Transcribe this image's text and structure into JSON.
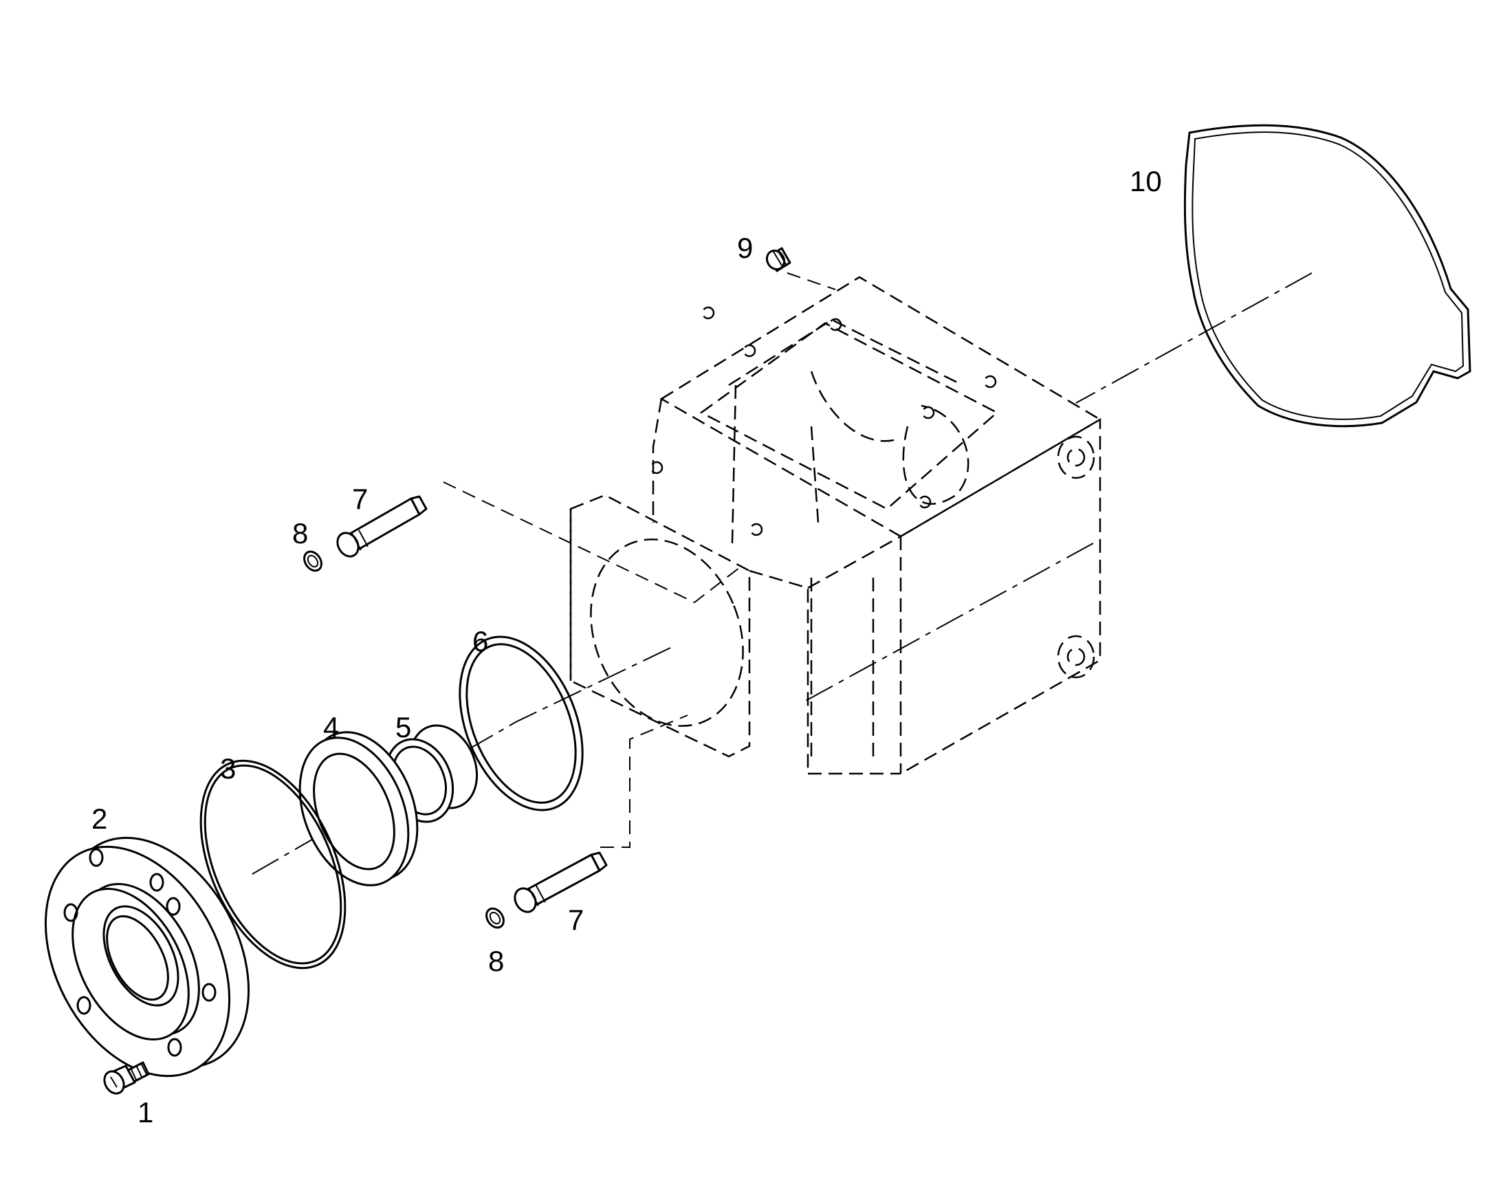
{
  "callouts": [
    {
      "id": "c1",
      "label": "1"
    },
    {
      "id": "c2",
      "label": "2"
    },
    {
      "id": "c3",
      "label": "3"
    },
    {
      "id": "c4",
      "label": "4"
    },
    {
      "id": "c5",
      "label": "5"
    },
    {
      "id": "c6",
      "label": "6"
    },
    {
      "id": "c7a",
      "label": "7"
    },
    {
      "id": "c7b",
      "label": "7"
    },
    {
      "id": "c8a",
      "label": "8"
    },
    {
      "id": "c8b",
      "label": "8"
    },
    {
      "id": "c9",
      "label": "9"
    },
    {
      "id": "c10",
      "label": "10"
    }
  ]
}
